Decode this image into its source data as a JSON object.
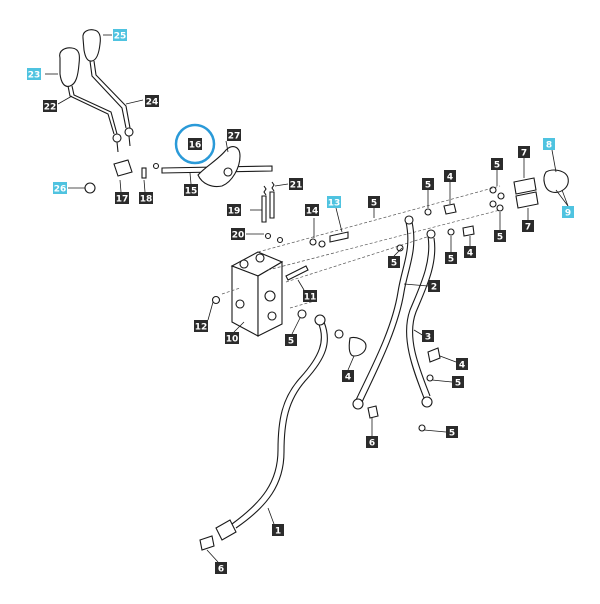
{
  "diagram": {
    "colors": {
      "callout_dark": "#2b2b2b",
      "callout_blue": "#4fc3e0",
      "callout_text": "#ffffff",
      "highlight_ring": "#2a9ad8"
    },
    "highlighted_callout": "16",
    "callouts": [
      {
        "id": "c25",
        "label": "25",
        "style": "blue"
      },
      {
        "id": "c23",
        "label": "23",
        "style": "blue"
      },
      {
        "id": "c22",
        "label": "22",
        "style": "dark"
      },
      {
        "id": "c24",
        "label": "24",
        "style": "dark"
      },
      {
        "id": "c16",
        "label": "16",
        "style": "dark"
      },
      {
        "id": "c27",
        "label": "27",
        "style": "dark"
      },
      {
        "id": "c26",
        "label": "26",
        "style": "blue"
      },
      {
        "id": "c17",
        "label": "17",
        "style": "dark"
      },
      {
        "id": "c18",
        "label": "18",
        "style": "dark"
      },
      {
        "id": "c15",
        "label": "15",
        "style": "dark"
      },
      {
        "id": "c21",
        "label": "21",
        "style": "dark"
      },
      {
        "id": "c19",
        "label": "19",
        "style": "dark"
      },
      {
        "id": "c14",
        "label": "14",
        "style": "dark"
      },
      {
        "id": "c13",
        "label": "13",
        "style": "blue"
      },
      {
        "id": "c20",
        "label": "20",
        "style": "dark"
      },
      {
        "id": "c11",
        "label": "11",
        "style": "dark"
      },
      {
        "id": "c12",
        "label": "12",
        "style": "dark"
      },
      {
        "id": "c10",
        "label": "10",
        "style": "dark"
      },
      {
        "id": "c5a",
        "label": "5",
        "style": "dark"
      },
      {
        "id": "c5b",
        "label": "5",
        "style": "dark"
      },
      {
        "id": "c5c",
        "label": "5",
        "style": "dark"
      },
      {
        "id": "c5d",
        "label": "5",
        "style": "dark"
      },
      {
        "id": "c5e",
        "label": "5",
        "style": "dark"
      },
      {
        "id": "c5f",
        "label": "5",
        "style": "dark"
      },
      {
        "id": "c5g",
        "label": "5",
        "style": "dark"
      },
      {
        "id": "c5h",
        "label": "5",
        "style": "dark"
      },
      {
        "id": "c5i",
        "label": "5",
        "style": "dark"
      },
      {
        "id": "c4a",
        "label": "4",
        "style": "dark"
      },
      {
        "id": "c4b",
        "label": "4",
        "style": "dark"
      },
      {
        "id": "c4c",
        "label": "4",
        "style": "dark"
      },
      {
        "id": "c4d",
        "label": "4",
        "style": "dark"
      },
      {
        "id": "c7a",
        "label": "7",
        "style": "dark"
      },
      {
        "id": "c7b",
        "label": "7",
        "style": "dark"
      },
      {
        "id": "c8",
        "label": "8",
        "style": "blue"
      },
      {
        "id": "c9",
        "label": "9",
        "style": "blue"
      },
      {
        "id": "c2",
        "label": "2",
        "style": "dark"
      },
      {
        "id": "c3",
        "label": "3",
        "style": "dark"
      },
      {
        "id": "c1",
        "label": "1",
        "style": "dark"
      },
      {
        "id": "c6a",
        "label": "6",
        "style": "dark"
      },
      {
        "id": "c6b",
        "label": "6",
        "style": "dark"
      }
    ]
  }
}
